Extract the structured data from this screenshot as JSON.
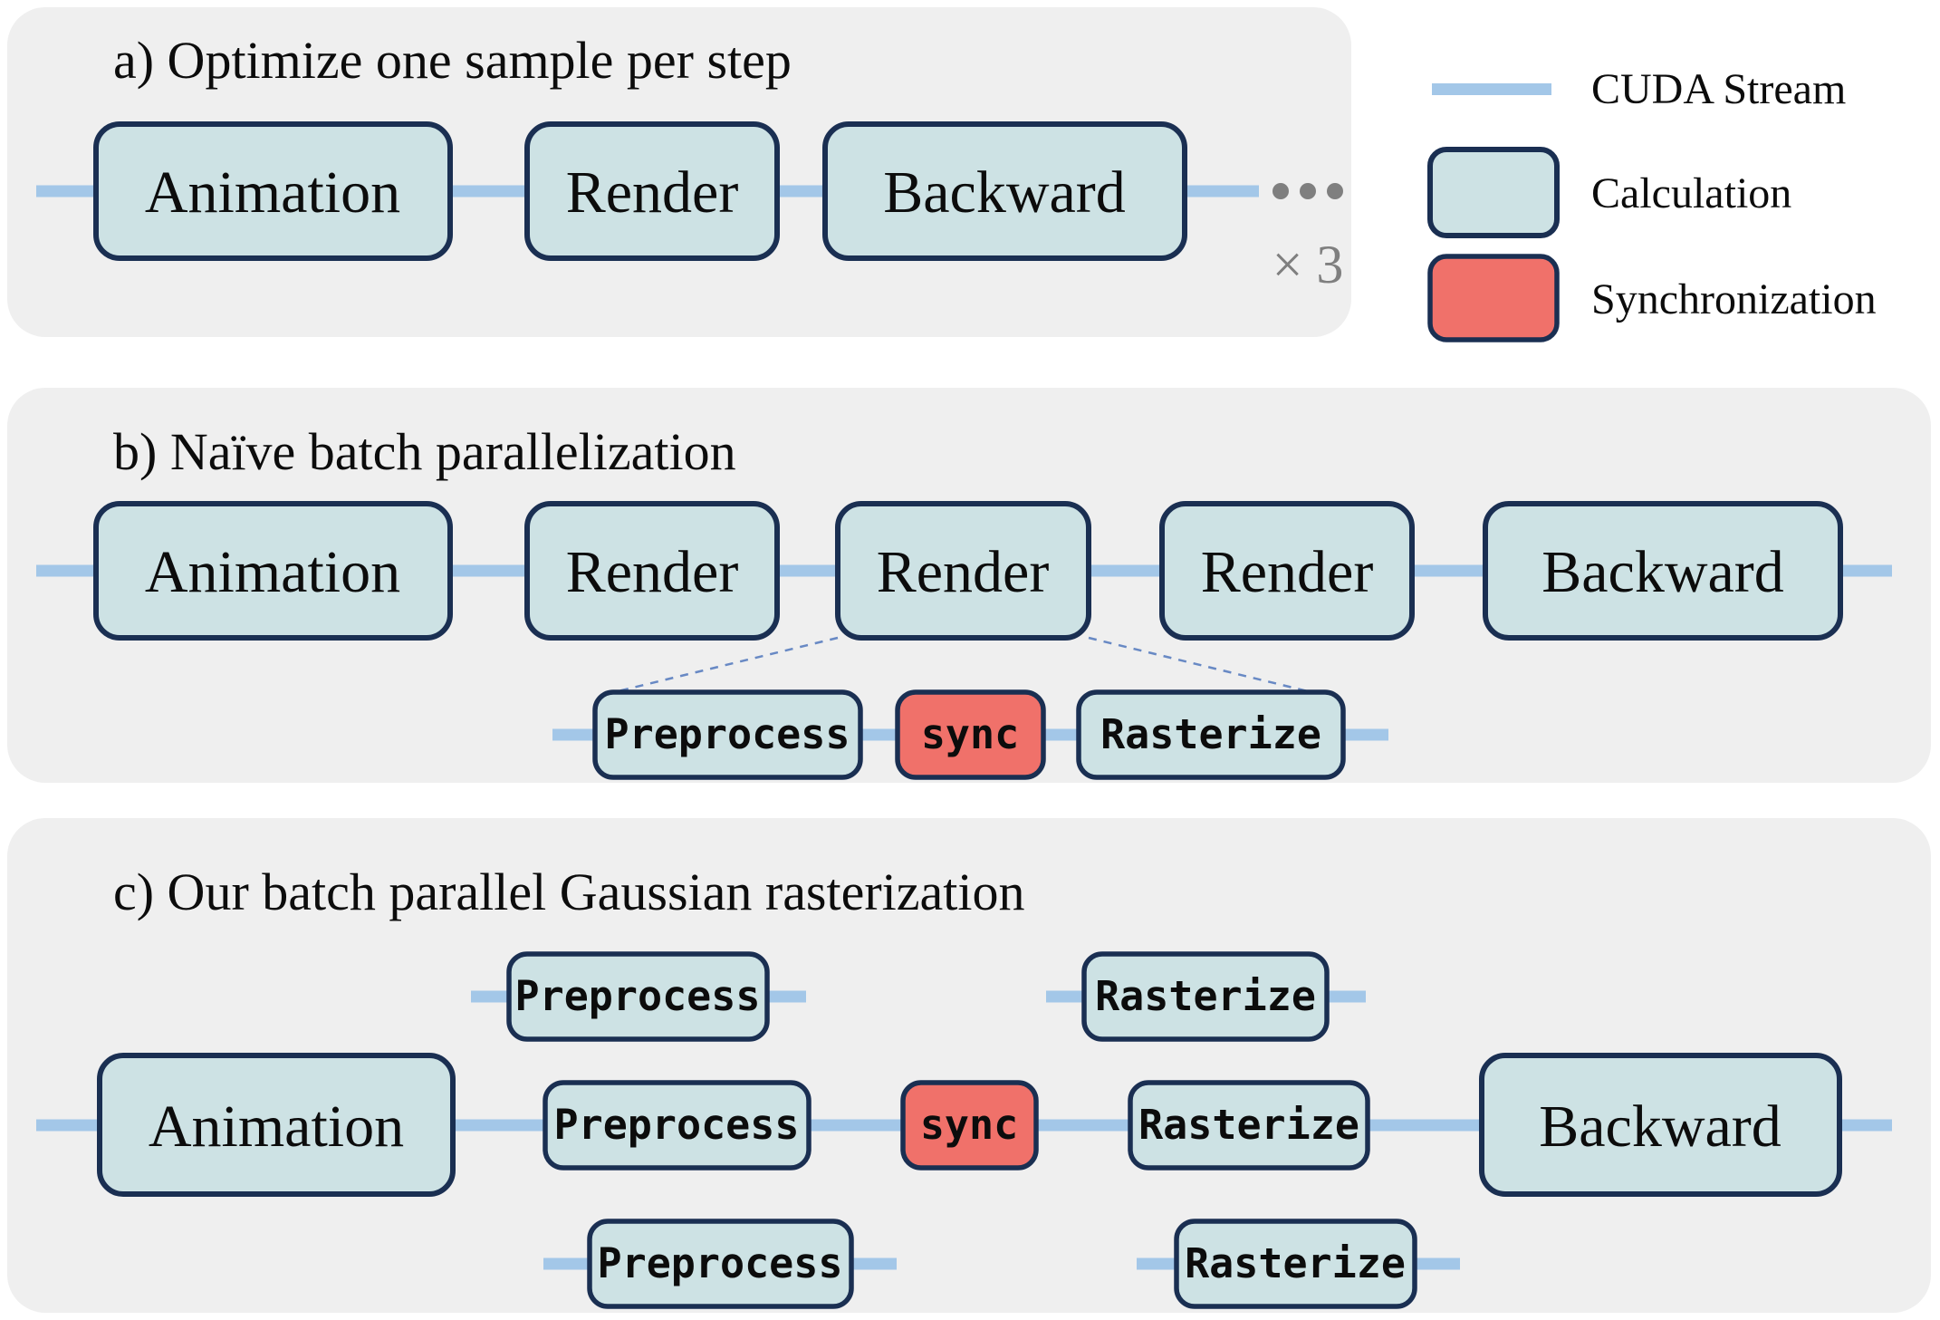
{
  "colors": {
    "panel_bg": "#efefef",
    "calc_fill": "#cde2e4",
    "sync_fill": "#f0716a",
    "box_border": "#1a2f52",
    "stream": "#a3c7e8",
    "dashed": "#6889c4",
    "muted": "#7f7f7f"
  },
  "legend": {
    "cuda_stream": "CUDA Stream",
    "calculation": "Calculation",
    "synchronization": "Synchronization"
  },
  "panel_a": {
    "title": "a) Optimize one sample per step",
    "box_animation": "Animation",
    "box_render": "Render",
    "box_backward": "Backward",
    "repeat_label": "× 3"
  },
  "panel_b": {
    "title": "b) Naïve batch parallelization",
    "box_animation": "Animation",
    "box_render": "Render",
    "box_backward": "Backward",
    "sub_preprocess": "Preprocess",
    "sub_sync": "sync",
    "sub_rasterize": "Rasterize"
  },
  "panel_c": {
    "title": "c) Our batch parallel Gaussian rasterization",
    "box_animation": "Animation",
    "box_backward": "Backward",
    "box_preprocess": "Preprocess",
    "box_sync": "sync",
    "box_rasterize": "Rasterize"
  }
}
